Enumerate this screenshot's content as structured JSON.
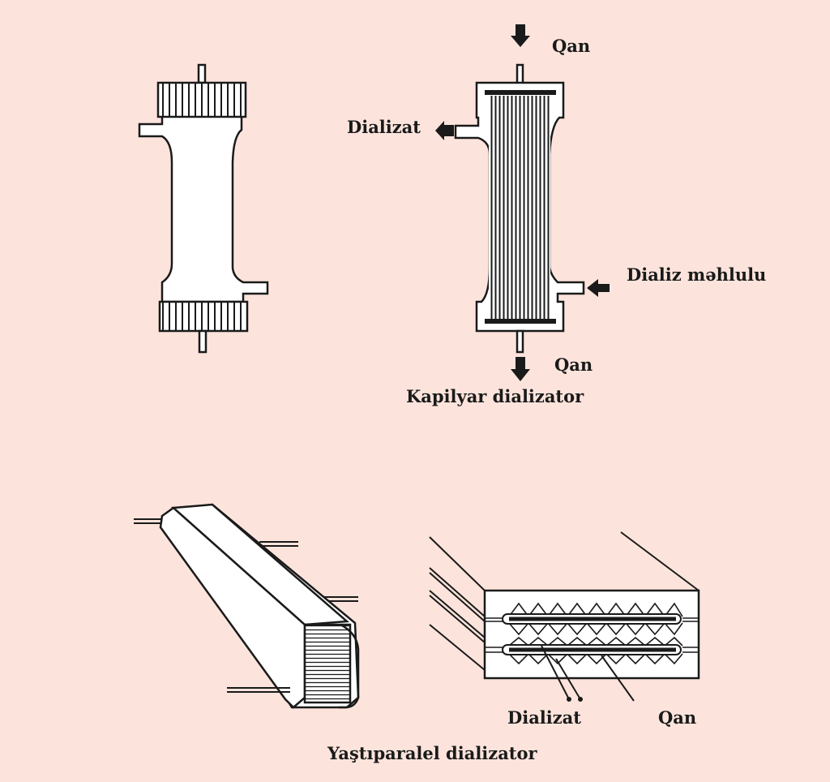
{
  "labels": {
    "qan_top": "Qan",
    "dializat_top": "Dializat",
    "dializ_mehlulu": "Dializ məhlulu",
    "qan_bottom": "Qan",
    "kapilyar_caption": "Kapilyar dializator",
    "dializat_bottom": "Dializat",
    "qan_plate": "Qan",
    "yastiparalel_caption": "Yaştıparalel dializator"
  },
  "colors": {
    "background": "#fce4dc",
    "ink": "#1a1a1a",
    "fill": "#ffffff"
  }
}
